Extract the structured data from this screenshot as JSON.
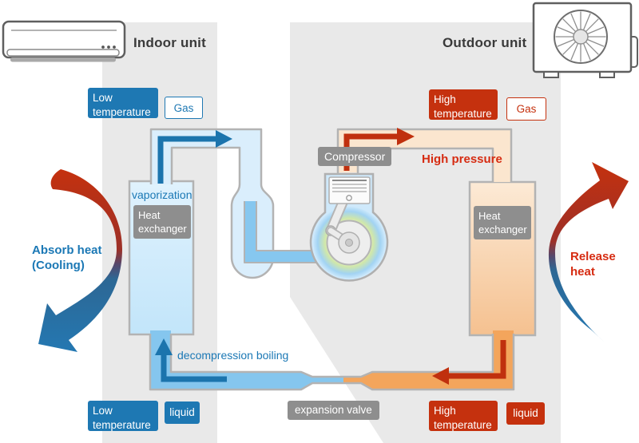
{
  "titles": {
    "indoor": "Indoor unit",
    "outdoor": "Outdoor unit"
  },
  "indoor": {
    "top": {
      "temperature": "Low temperature",
      "state": "Gas"
    },
    "bottom": {
      "temperature": "Low temperature",
      "state": "liquid"
    },
    "heat_exchanger": "Heat exchanger",
    "process_top": "vaporization",
    "process_bottom": "decompression boiling",
    "side_arrow": {
      "line1": "Absorb heat",
      "line2": "(Cooling)"
    }
  },
  "outdoor": {
    "top": {
      "temperature": "High temperature",
      "state": "Gas"
    },
    "bottom": {
      "temperature": "High temperature",
      "state": "liquid"
    },
    "heat_exchanger": "Heat exchanger",
    "pressure": "High pressure",
    "side_arrow": "Release heat"
  },
  "center": {
    "compressor": "Compressor",
    "expansion_valve": "expansion valve"
  },
  "colors": {
    "badge_blue": "#1e78b3",
    "badge_red": "#c5310e",
    "badge_gray": "#8e8e8e",
    "panel_gray": "#e9e9e9",
    "pipe_border": "#b3b3b3",
    "pipe_light_blue": "#daeefc",
    "pipe_blue": "#85c6ee",
    "pipe_pale_orange": "#fbe6cf",
    "pipe_orange": "#f3a55c",
    "arrow_blue": "#1b74ad",
    "arrow_red": "#c0300e",
    "text_blue": "#1b78b5",
    "text_red": "#d62c12"
  }
}
